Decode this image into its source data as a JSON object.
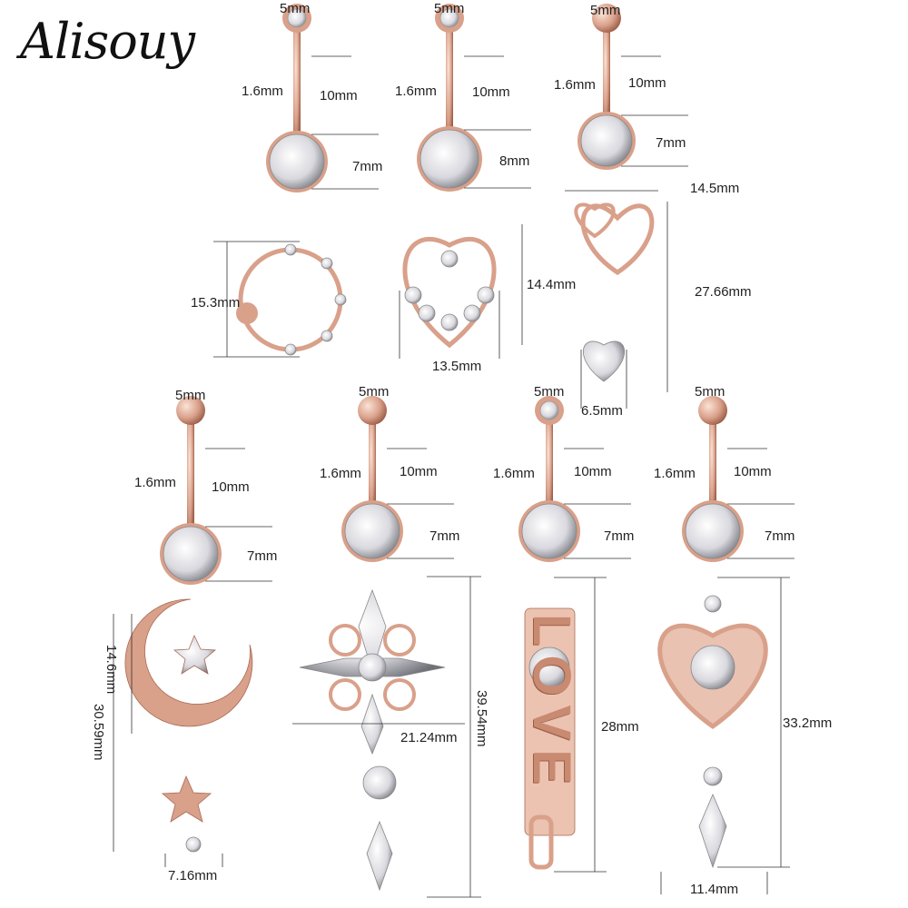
{
  "brand": "Alisouy",
  "colors": {
    "rose_gold": "#d9a08a",
    "gem": "#e8e8ec",
    "line": "#333333"
  },
  "items": [
    {
      "name": "circle-flower",
      "labels": {
        "ball": "5mm",
        "gauge": "1.6mm",
        "bar": "10mm",
        "gem": "7mm",
        "pendant": "15.3mm"
      }
    },
    {
      "name": "heart-open",
      "labels": {
        "ball": "5mm",
        "gauge": "1.6mm",
        "bar": "10mm",
        "gem": "8mm",
        "height": "14.4mm",
        "width": "13.5mm"
      }
    },
    {
      "name": "double-heart",
      "labels": {
        "ball": "5mm",
        "gauge": "1.6mm",
        "bar": "10mm",
        "gem": "7mm",
        "width": "14.5mm",
        "length": "27.66mm",
        "drop": "6.5mm"
      }
    },
    {
      "name": "moon-star",
      "labels": {
        "ball": "5mm",
        "gauge": "1.6mm",
        "bar": "10mm",
        "gem": "7mm",
        "moon": "14.6mm",
        "length": "30.59mm",
        "star": "7.16mm"
      }
    },
    {
      "name": "cross",
      "labels": {
        "ball": "5mm",
        "gauge": "1.6mm",
        "bar": "10mm",
        "gem": "7mm",
        "width": "21.24mm",
        "length": "39.54mm"
      }
    },
    {
      "name": "love",
      "labels": {
        "ball": "5mm",
        "gauge": "1.6mm",
        "bar": "10mm",
        "gem": "7mm",
        "length": "28mm",
        "word": "LOVE"
      }
    },
    {
      "name": "filigree-heart",
      "labels": {
        "ball": "5mm",
        "gauge": "1.6mm",
        "bar": "10mm",
        "gem": "7mm",
        "length": "33.2mm",
        "width": "11.4mm"
      }
    }
  ]
}
